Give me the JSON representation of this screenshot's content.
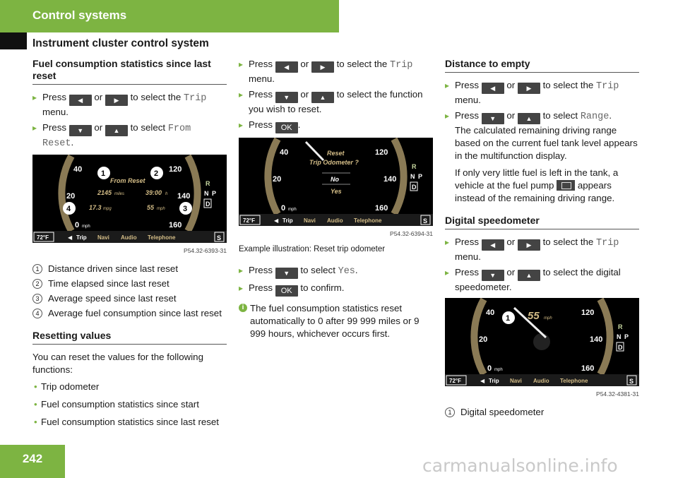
{
  "header": {
    "title": "Control systems",
    "subtitle": "Instrument cluster control system"
  },
  "page_number": "242",
  "watermark": "carmanualsonline.info",
  "col1": {
    "section_title": "Fuel consumption statistics since last reset",
    "steps": [
      {
        "pre": "Press ",
        "b1": "◀",
        "mid": " or ",
        "b2": "▶",
        "post": " to select the ",
        "mono": "Trip",
        "after": " menu."
      },
      {
        "pre": "Press ",
        "b1": "▼",
        "mid": " or ",
        "b2": "▲",
        "post": " to select ",
        "mono": "From Reset",
        "after": "."
      }
    ],
    "figure": {
      "code": "P54.32-6393-31",
      "labels": {
        "from_reset": "From Reset",
        "miles": "2145",
        "miles_unit": "miles",
        "time": "39:00",
        "time_unit": "h",
        "mpg": "17.3",
        "mpg_unit": "mpg",
        "speed": "55",
        "speed_unit": "mph",
        "n1": "1",
        "n2": "2",
        "n3": "3",
        "n4": "4"
      },
      "gauge": {
        "left": [
          "40",
          "20",
          "0"
        ],
        "right": [
          "120",
          "140",
          "160"
        ],
        "mph": "mph",
        "gear": [
          "R",
          "N",
          "P",
          "D"
        ]
      },
      "bottom": {
        "temp": "72°F",
        "items": [
          "Trip",
          "Navi",
          "Audio",
          "Telephone"
        ],
        "s": "S"
      }
    },
    "legend": [
      {
        "n": "1",
        "text": "Distance driven since last reset"
      },
      {
        "n": "2",
        "text": "Time elapsed since last reset"
      },
      {
        "n": "3",
        "text": "Average speed since last reset"
      },
      {
        "n": "4",
        "text": "Average fuel consumption since last reset"
      }
    ],
    "reset_title": "Resetting values",
    "reset_intro": "You can reset the values for the following functions:",
    "reset_list": [
      "Trip odometer",
      "Fuel consumption statistics since start",
      "Fuel consumption statistics since last reset"
    ]
  },
  "col2": {
    "steps": [
      {
        "pre": "Press ",
        "b1": "◀",
        "mid": " or ",
        "b2": "▶",
        "post": " to select the ",
        "mono": "Trip",
        "after": " menu."
      },
      {
        "pre": "Press ",
        "b1": "▼",
        "mid": " or ",
        "b2": "▲",
        "post": " to select the function you wish to reset."
      },
      {
        "pre": "Press ",
        "b1": "OK",
        "post": "."
      }
    ],
    "figure": {
      "code": "P54.32-6394-31",
      "labels": {
        "reset": "Reset",
        "trip_odo": "Trip Odometer ?",
        "no": "No",
        "yes": "Yes"
      },
      "gauge": {
        "left": [
          "40",
          "20",
          "0"
        ],
        "right": [
          "120",
          "140",
          "160"
        ],
        "mph": "mph",
        "gear": [
          "R",
          "N",
          "P",
          "D"
        ]
      },
      "bottom": {
        "temp": "72°F",
        "items": [
          "Trip",
          "Navi",
          "Audio",
          "Telephone"
        ],
        "s": "S"
      }
    },
    "caption": "Example illustration: Reset trip odometer",
    "steps2": [
      {
        "pre": "Press ",
        "b1": "▼",
        "post": " to select ",
        "mono": "Yes",
        "after": "."
      },
      {
        "pre": "Press ",
        "b1": "OK",
        "post": " to confirm."
      }
    ],
    "info": "The fuel consumption statistics reset automatically to 0 after 99 999 miles or 9 999 hours, whichever occurs first."
  },
  "col3": {
    "dte_title": "Distance to empty",
    "dte_steps": [
      {
        "pre": "Press ",
        "b1": "◀",
        "mid": " or ",
        "b2": "▶",
        "post": " to select the ",
        "mono": "Trip",
        "after": " menu."
      },
      {
        "pre": "Press ",
        "b1": "▼",
        "mid": " or ",
        "b2": "▲",
        "post": " to select ",
        "mono": "Range",
        "after": "."
      }
    ],
    "dte_p1": "The calculated remaining driving range based on the current fuel tank level appears in the multifunction display.",
    "dte_p2_pre": "If only very little fuel is left in the tank, a vehicle at the fuel pump ",
    "dte_p2_post": " appears instead of the remaining driving range.",
    "ds_title": "Digital speedometer",
    "ds_steps": [
      {
        "pre": "Press ",
        "b1": "◀",
        "mid": " or ",
        "b2": "▶",
        "post": " to select the ",
        "mono": "Trip",
        "after": " menu."
      },
      {
        "pre": "Press ",
        "b1": "▼",
        "mid": " or ",
        "b2": "▲",
        "post": " to select the digital speedometer."
      }
    ],
    "figure": {
      "code": "P54.32-4381-31",
      "labels": {
        "speed": "55",
        "unit": "mph",
        "n1": "1"
      },
      "gauge": {
        "left": [
          "40",
          "20",
          "0"
        ],
        "right": [
          "120",
          "140",
          "160"
        ],
        "mph": "mph",
        "gear": [
          "R",
          "N",
          "P",
          "D"
        ]
      },
      "bottom": {
        "temp": "72°F",
        "items": [
          "Trip",
          "Navi",
          "Audio",
          "Telephone"
        ],
        "s": "S"
      }
    },
    "legend": [
      {
        "n": "1",
        "text": "Digital speedometer"
      }
    ]
  }
}
